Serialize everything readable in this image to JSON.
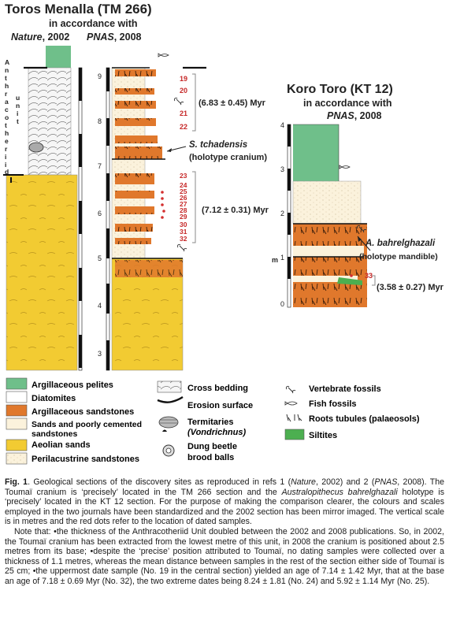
{
  "colors": {
    "argillaceous_pelites": "#6fbf8a",
    "diatomites": "#ffffff",
    "argillaceous_sandstones": "#e0782c",
    "sands_poorly_cemented": "#fbf2dc",
    "aeolian_sands": "#f2cb32",
    "perilacustrine_sandstones": "#fbf2dc",
    "siltites": "#4caf50",
    "sample_red": "#d32f2f"
  },
  "titles": {
    "tm_title": "Toros Menalla (TM 266)",
    "tm_subtitle": "in accordance with",
    "nature_label_a": "Nature",
    "nature_label_b": ", 2002",
    "pnas_label_a": "PNAS",
    "pnas_label_b": ", 2008",
    "kt_title": "Koro Toro (KT 12)",
    "kt_subtitle": "in accordance with",
    "kt_pnas_a": "PNAS",
    "kt_pnas_b": ", 2008"
  },
  "unit_label_letters": [
    "A",
    "n",
    "t",
    "h",
    "r",
    "a",
    "c",
    "o",
    "t",
    "h",
    "e",
    "r",
    "i",
    "i",
    "d"
  ],
  "unit_label_word": [
    "u",
    "n",
    "i",
    "t"
  ],
  "tm_scale": [
    "9",
    "8",
    "7",
    "6",
    "5",
    "4",
    "3"
  ],
  "kt_scale": [
    "4",
    "3",
    "2",
    "1",
    "0"
  ],
  "kt_m": "m",
  "tm_samples_upper": [
    "19",
    "20",
    "21",
    "22"
  ],
  "tm_samples_lower": [
    "23",
    "24",
    "25",
    "26",
    "27",
    "28",
    "29",
    "30",
    "31",
    "32"
  ],
  "kt_sample": "33",
  "annotations": {
    "age_upper": "(6.83 ± 0.45) Myr",
    "species_tm": "S. tchadensis",
    "holotype_tm": "(holotype cranium)",
    "age_lower": "(7.12 ± 0.31) Myr",
    "species_kt": "A. bahrelghazali",
    "holotype_kt": "(holotype mandible)",
    "age_kt": "(3.58 ± 0.27) Myr"
  },
  "legend": {
    "argillaceous_pelites": "Argillaceous pelites",
    "diatomites": "Diatomites",
    "argillaceous_sandstones": "Argillaceous sandstones",
    "sands_line1": "Sands and poorly cemented",
    "sands_line2": "sandstones",
    "aeolian_sands": "Aeolian sands",
    "perilacustrine": "Perilacustrine sandstones",
    "cross_bedding": "Cross bedding",
    "erosion_surface": "Erosion surface",
    "termitaries": "Termitaries",
    "vondrichnus": "(Vondrichnus)",
    "dung_line1": "Dung beetle",
    "dung_line2": "brood balls",
    "vertebrate_fossils": "Vertebrate fossils",
    "fish_fossils": "Fish fossils",
    "roots_tubules": "Roots tubules (palaeosols)",
    "siltites": "Siltites"
  },
  "caption": {
    "fig_label": "Fig. 1",
    "p1_a": ". Geological sections of the discovery sites as reproduced in refs 1 (",
    "p1_nature": "Nature",
    "p1_b": ", 2002) and 2 (",
    "p1_pnas": "PNAS",
    "p1_c": ", 2008). The Toumaï cranium is ‘precisely’ located in the TM 266 section and the ",
    "p1_species": "Australopithecus bahrelghazali",
    "p1_d": " holotype is ‘precisely’ located in the KT 12 section. For the purpose of making the comparison clearer, the colours and scales employed in the two journals have been standardized and the 2002 section has been mirror imaged. The vertical scale is in metres and the red dots refer to the location of dated samples.",
    "p2": "Note that: •the thickness of the Anthracotheriid Unit doubled between the 2002 and 2008 publications. So, in 2002, the Toumaï cranium has been extracted from the lowest metre of this unit, in 2008 the cranium is positioned about 2.5 metres from its base; •despite the ‘precise’ position attributed to Toumaï, no dating samples were collected over a thickness of 1.1 metres, whereas the mean distance between samples in the rest of the section either side of Toumaï is 25 cm; •the uppermost date sample (No. 19 in the central section) yielded an age of 7.14 ± 1.42 Myr, that at the base an age of 7.18 ± 0.69 Myr (No. 32), the two extreme dates being 8.24 ± 1.81 (No. 24) and 5.92 ± 1.14 Myr (No. 25)."
  }
}
